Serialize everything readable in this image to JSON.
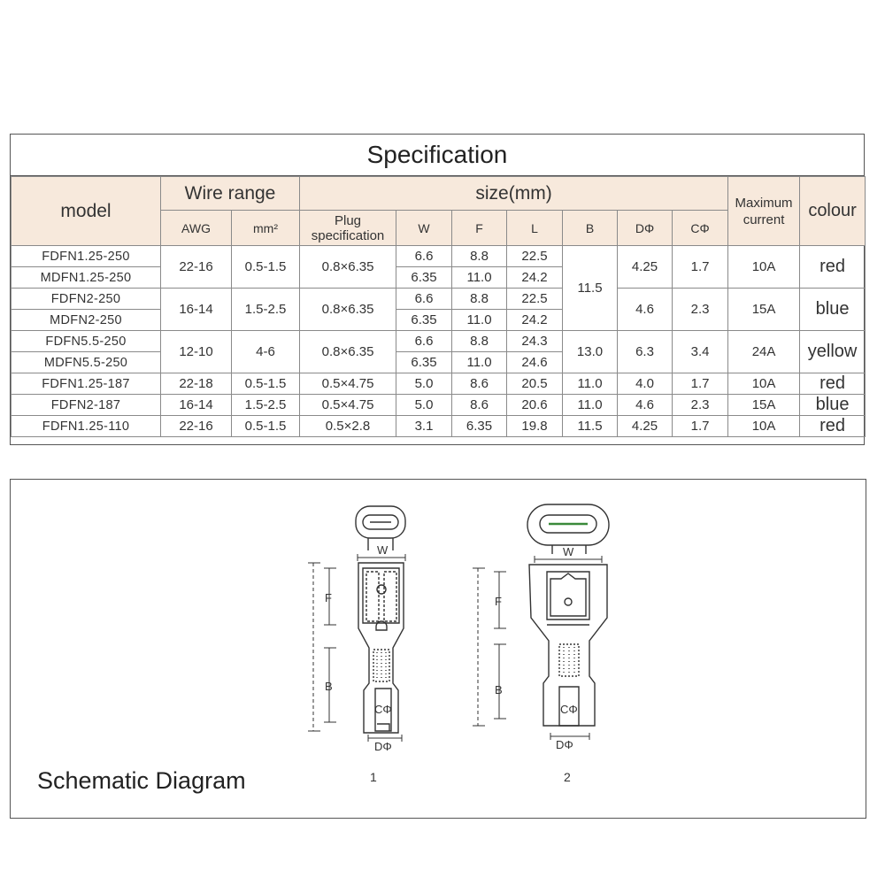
{
  "spec": {
    "title": "Specification",
    "headers": {
      "model": "model",
      "wire_range": "Wire range",
      "awg": "AWG",
      "mm2": "mm²",
      "size": "size(mm)",
      "plug_line1": "Plug",
      "plug_line2": "specification",
      "w": "W",
      "f": "F",
      "l": "L",
      "b": "B",
      "d": "DΦ",
      "c": "CΦ",
      "max_line1": "Maximum",
      "max_line2": "current",
      "colour": "colour"
    },
    "rows": [
      {
        "model": "FDFN1.25-250",
        "w": "6.6",
        "f": "8.8",
        "l": "22.5"
      },
      {
        "model": "MDFN1.25-250",
        "w": "6.35",
        "f": "11.0",
        "l": "24.2"
      },
      {
        "model": "FDFN2-250",
        "w": "6.6",
        "f": "8.8",
        "l": "22.5"
      },
      {
        "model": "MDFN2-250",
        "w": "6.35",
        "f": "11.0",
        "l": "24.2"
      },
      {
        "model": "FDFN5.5-250",
        "w": "6.6",
        "f": "8.8",
        "l": "24.3"
      },
      {
        "model": "MDFN5.5-250",
        "w": "6.35",
        "f": "11.0",
        "l": "24.6"
      },
      {
        "model": "FDFN1.25-187",
        "w": "5.0",
        "f": "8.6",
        "l": "20.5"
      },
      {
        "model": "FDFN2-187",
        "w": "5.0",
        "f": "8.6",
        "l": "20.6"
      },
      {
        "model": "FDFN1.25-110",
        "w": "3.1",
        "f": "6.35",
        "l": "19.8"
      }
    ],
    "groups": [
      {
        "awg": "22-16",
        "mm2": "0.5-1.5",
        "plug": "0.8×6.35",
        "d": "4.25",
        "c": "1.7",
        "max": "10A",
        "colour": "red"
      },
      {
        "awg": "16-14",
        "mm2": "1.5-2.5",
        "plug": "0.8×6.35",
        "d": "4.6",
        "c": "2.3",
        "max": "15A",
        "colour": "blue"
      },
      {
        "awg": "12-10",
        "mm2": "4-6",
        "plug": "0.8×6.35",
        "b": "13.0",
        "d": "6.3",
        "c": "3.4",
        "max": "24A",
        "colour": "yellow"
      },
      {
        "awg": "22-18",
        "mm2": "0.5-1.5",
        "plug": "0.5×4.75",
        "b": "11.0",
        "d": "4.0",
        "c": "1.7",
        "max": "10A",
        "colour": "red"
      },
      {
        "awg": "16-14",
        "mm2": "1.5-2.5",
        "plug": "0.5×4.75",
        "b": "11.0",
        "d": "4.6",
        "c": "2.3",
        "max": "15A",
        "colour": "blue"
      },
      {
        "awg": "22-16",
        "mm2": "0.5-1.5",
        "plug": "0.5×2.8",
        "b": "11.5",
        "d": "4.25",
        "c": "1.7",
        "max": "10A",
        "colour": "red"
      }
    ],
    "b_shared": "11.5"
  },
  "diagram": {
    "title": "Schematic Diagram",
    "figure1_label": "1",
    "figure2_label": "2",
    "dims": {
      "w": "W",
      "f": "F",
      "b": "B",
      "c": "CΦ",
      "d": "DΦ"
    }
  }
}
